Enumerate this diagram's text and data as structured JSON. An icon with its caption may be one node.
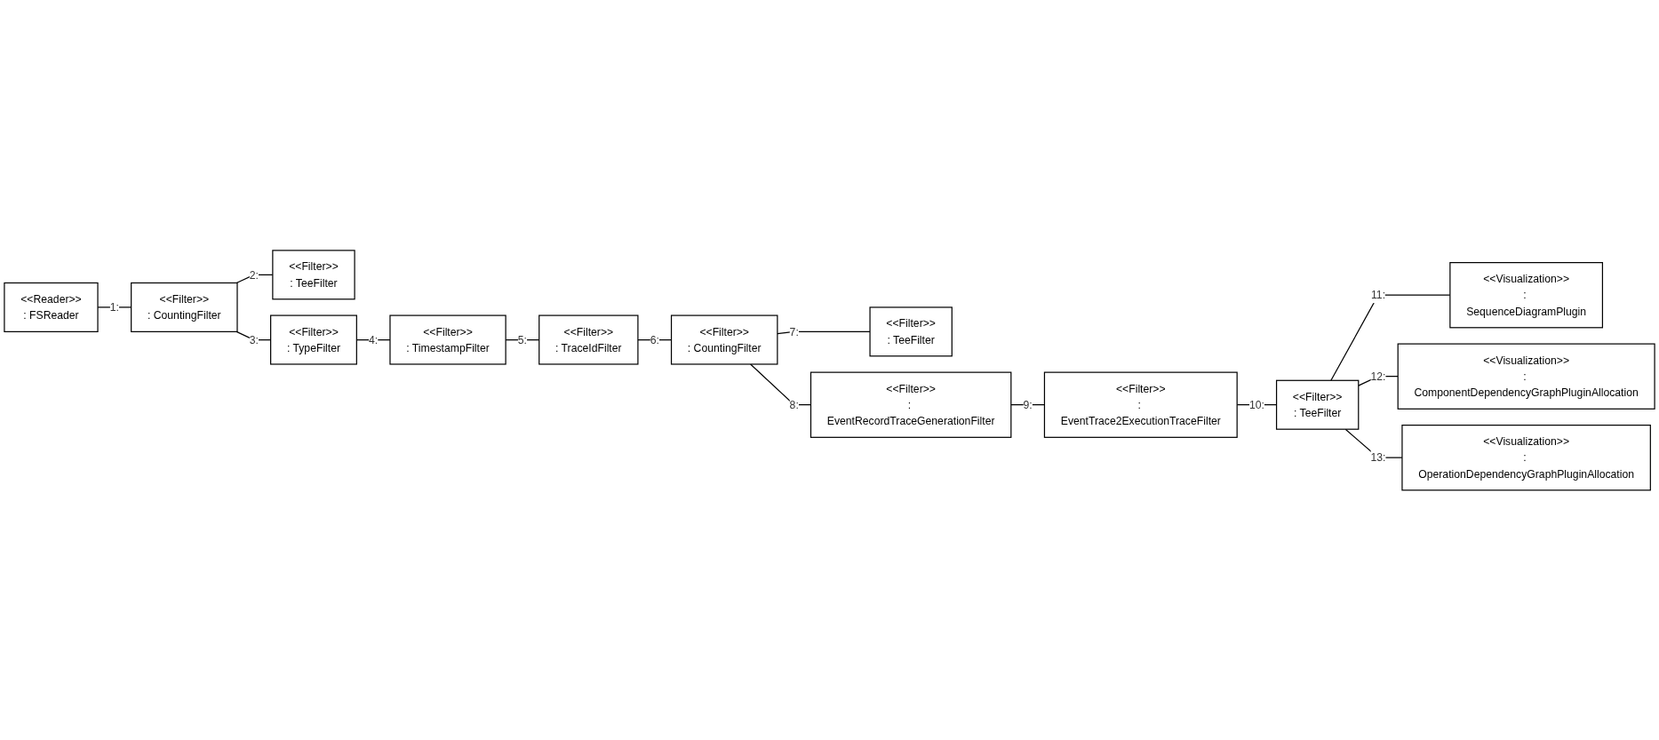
{
  "diagram": {
    "nodes": [
      {
        "text": [
          "<<Reader>>",
          ": FSReader"
        ]
      },
      {
        "text": [
          "<<Filter>>",
          ": TeeFilter"
        ]
      },
      {
        "text": [
          "<<Filter>>",
          ": CountingFilter"
        ]
      },
      {
        "text": [
          "<<Filter>>",
          ": TypeFilter"
        ]
      },
      {
        "text": [
          "<<Filter>>",
          ": TimestampFilter"
        ]
      },
      {
        "text": [
          "<<Filter>>",
          ": TraceIdFilter"
        ]
      },
      {
        "text": [
          "<<Filter>>",
          ": TeeFilter"
        ]
      },
      {
        "text": [
          "<<Filter>>",
          ": CountingFilter"
        ]
      },
      {
        "text": [
          "<<Filter>>",
          ": EventRecordTraceGenerationFilter"
        ]
      },
      {
        "text": [
          "<<Filter>>",
          ": EventTrace2ExecutionTraceFilter"
        ]
      },
      {
        "text": [
          "<<Filter>>",
          ": TeeFilter"
        ]
      },
      {
        "text": [
          "<<Visualization>>",
          ": SequenceDiagramPlugin"
        ]
      },
      {
        "text": [
          "<<Visualization>>",
          ": ComponentDependencyGraphPluginAllocation"
        ]
      },
      {
        "text": [
          "<<Visualization>>",
          ": OperationDependencyGraphPluginAllocation"
        ]
      }
    ],
    "edges": [
      {
        "from": 0,
        "to": 2,
        "arrow": "none",
        "label": "1:"
      },
      {
        "from": 2,
        "to": 1,
        "arrow": "none",
        "label": "2:"
      },
      {
        "from": 2,
        "to": 3,
        "arrow": "none",
        "label": "3:"
      },
      {
        "from": 3,
        "to": 4,
        "arrow": "none",
        "label": "4:"
      },
      {
        "from": 4,
        "to": 5,
        "arrow": "none",
        "label": "5:"
      },
      {
        "from": 5,
        "to": 7,
        "arrow": "none",
        "label": "6:"
      },
      {
        "from": 7,
        "to": 6,
        "arrow": "none",
        "label": "7:"
      },
      {
        "from": 7,
        "to": 8,
        "arrow": "none",
        "label": "8:"
      },
      {
        "from": 8,
        "to": 9,
        "arrow": "none",
        "label": "9:"
      },
      {
        "from": 9,
        "to": 10,
        "arrow": "none",
        "label": "10:"
      },
      {
        "from": 10,
        "to": 11,
        "arrow": "none",
        "label": "11:"
      },
      {
        "from": 10,
        "to": 12,
        "arrow": "none",
        "label": "12:"
      },
      {
        "from": 10,
        "to": 13,
        "arrow": "none",
        "label": "13:"
      }
    ]
  }
}
